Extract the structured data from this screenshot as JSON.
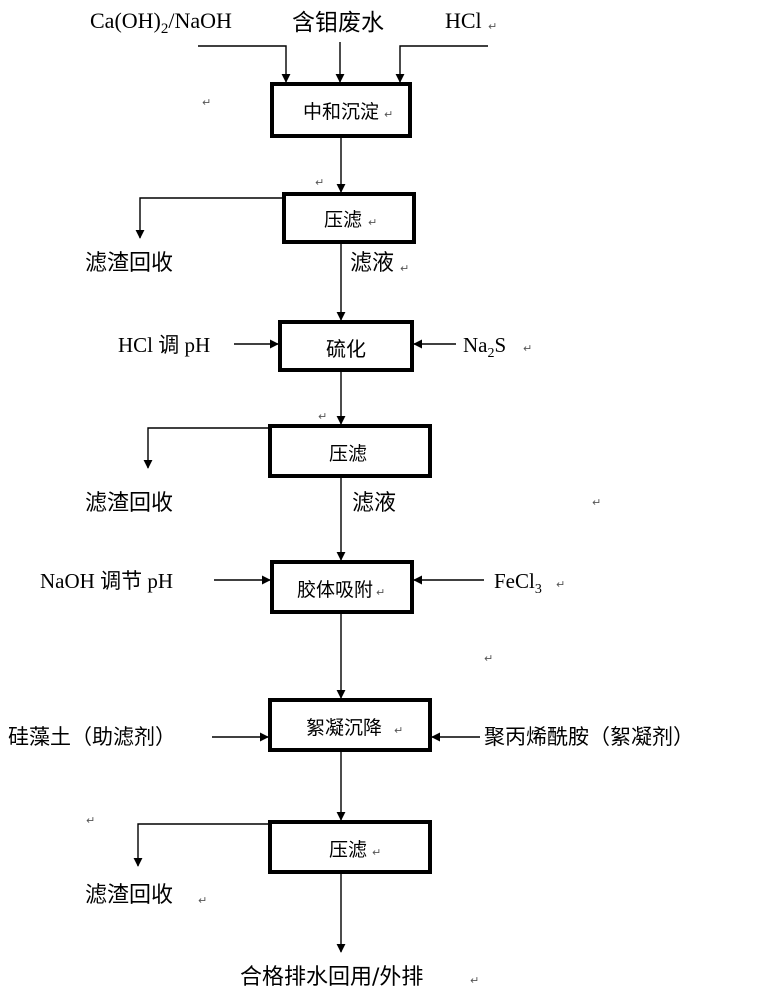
{
  "top_inputs": {
    "alkali": "Ca(OH)2/NaOH",
    "wastewater": "含钼废水",
    "acid": "HCl"
  },
  "steps": {
    "neutralize": "中和沉淀",
    "press1": "压滤",
    "sulfide": "硫化",
    "press2": "压滤",
    "colloid": "胶体吸附",
    "flocculate": "絮凝沉降",
    "press3": "压滤"
  },
  "side_inputs": {
    "sulfide_left": "HCl 调 pH",
    "sulfide_right": "Na2S",
    "colloid_left": "NaOH 调节 pH",
    "colloid_right": "FeCl3",
    "floc_left": "硅藻土（助滤剂）",
    "floc_right": "聚丙烯酰胺（絮凝剂）"
  },
  "outputs": {
    "residue1": "滤渣回收",
    "filtrate1": "滤液",
    "residue2": "滤渣回收",
    "filtrate2": "滤液",
    "residue3": "滤渣回收",
    "final": "合格排水回用/外排"
  },
  "paragraph_mark": "↵"
}
